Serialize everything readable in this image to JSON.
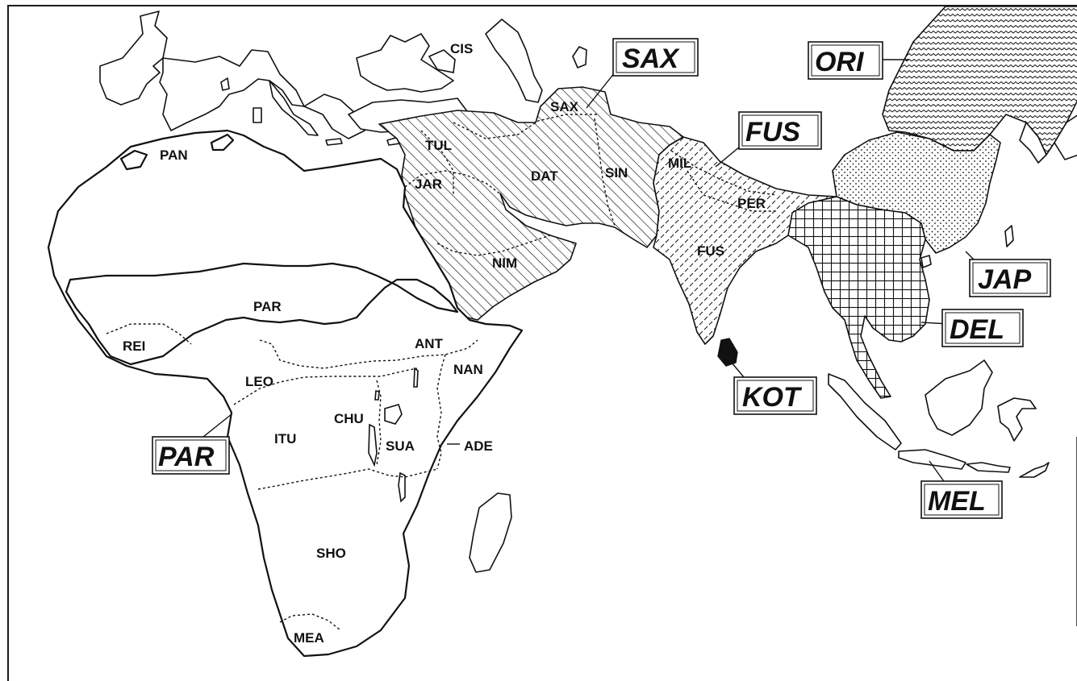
{
  "map": {
    "boxed_labels": {
      "sax": "SAX",
      "fus": "FUS",
      "ori": "ORI",
      "jap": "JAP",
      "del": "DEL",
      "kot": "KOT",
      "mel": "MEL",
      "par": "PAR"
    },
    "region_labels": {
      "cis": "CIS",
      "sax": "SAX",
      "tul": "TUL",
      "jar": "JAR",
      "dat": "DAT",
      "sin": "SIN",
      "mil": "MIL",
      "per": "PER",
      "fus": "FUS",
      "nim": "NIM",
      "pan": "PAN",
      "par": "PAR",
      "rei": "REI",
      "leo": "LEO",
      "ant": "ANT",
      "nan": "NAN",
      "chu": "CHU",
      "itu": "ITU",
      "sua": "SUA",
      "ade": "ADE",
      "sho": "SHO",
      "mea": "MEA"
    },
    "patterns": {
      "sax": "diagonal-hatch",
      "fus": "dashed-stipple",
      "ori": "wavy-lines",
      "jap": "dots",
      "del": "crosshatch",
      "kot": "solid-black"
    }
  }
}
